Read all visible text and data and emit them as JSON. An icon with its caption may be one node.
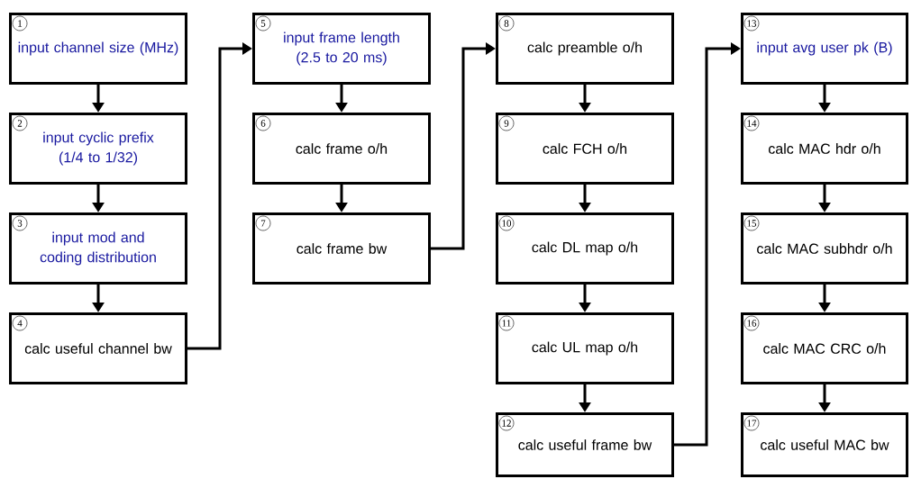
{
  "diagram": {
    "nodes": [
      {
        "text": [
          "1",
          "input channel size (MHz)"
        ]
      },
      {
        "text": [
          "2",
          "input cyclic prefix (1/4 to 1/32)"
        ]
      },
      {
        "text": [
          "3",
          "input mod and coding distribution"
        ]
      },
      {
        "text": [
          "4",
          "calc useful channel bw"
        ]
      },
      {
        "text": [
          "5",
          "input frame length (2.5 to 20 ms)"
        ]
      },
      {
        "text": [
          "6",
          "calc frame o/h"
        ]
      },
      {
        "text": [
          "7",
          "calc frame bw"
        ]
      },
      {
        "text": [
          "8",
          "calc preamble o/h"
        ]
      },
      {
        "text": [
          "9",
          "calc FCH o/h"
        ]
      },
      {
        "text": [
          "10",
          "calc DL map o/h"
        ]
      },
      {
        "text": [
          "11",
          "calc UL map o/h"
        ]
      },
      {
        "text": [
          "12",
          "calc useful frame bw"
        ]
      },
      {
        "text": [
          "13",
          "input avg user pk (B)"
        ]
      },
      {
        "text": [
          "14",
          "calc MAC hdr o/h"
        ]
      },
      {
        "text": [
          "15",
          "calc MAC subhdr o/h"
        ]
      },
      {
        "text": [
          "16",
          "calc MAC CRC o/h"
        ]
      },
      {
        "text": [
          "17",
          "calc useful MAC bw"
        ]
      }
    ],
    "edges": [
      {
        "from": 0,
        "to": 1,
        "arrow": "to"
      },
      {
        "from": 1,
        "to": 2,
        "arrow": "to"
      },
      {
        "from": 2,
        "to": 3,
        "arrow": "to"
      },
      {
        "from": 3,
        "to": 4,
        "arrow": "to"
      },
      {
        "from": 4,
        "to": 5,
        "arrow": "to"
      },
      {
        "from": 5,
        "to": 6,
        "arrow": "to"
      },
      {
        "from": 6,
        "to": 7,
        "arrow": "to"
      },
      {
        "from": 7,
        "to": 8,
        "arrow": "to"
      },
      {
        "from": 8,
        "to": 9,
        "arrow": "to"
      },
      {
        "from": 9,
        "to": 10,
        "arrow": "to"
      },
      {
        "from": 10,
        "to": 11,
        "arrow": "to"
      },
      {
        "from": 11,
        "to": 12,
        "arrow": "to"
      },
      {
        "from": 12,
        "to": 13,
        "arrow": "to"
      },
      {
        "from": 13,
        "to": 14,
        "arrow": "to"
      },
      {
        "from": 14,
        "to": 15,
        "arrow": "to"
      },
      {
        "from": 15,
        "to": 16,
        "arrow": "to"
      }
    ]
  }
}
